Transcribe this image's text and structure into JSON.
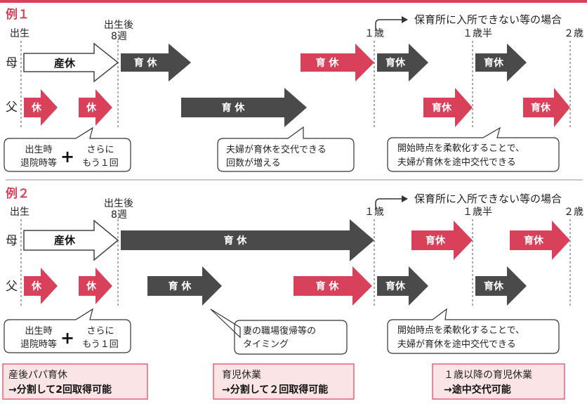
{
  "colors": {
    "pink": "#d9405a",
    "dark": "#4a4a4a",
    "summary_fill": "#fbe4e6"
  },
  "ex1": {
    "title": "例１",
    "timeline": {
      "birth": "出生",
      "after_birth_1": "出生後",
      "after_birth_2": "8週",
      "y1": "１歳",
      "y15": "１歳半",
      "y2": "２歳",
      "nursery_note": "保育所に入所できない等の場合"
    },
    "rows": {
      "mother": "母",
      "father": "父"
    },
    "arrows": {
      "maternity": "産休",
      "m_leave": "育 休",
      "m_pink": "育 休",
      "m_dark1": "育休",
      "m_dark2": "育休",
      "f_kyu1": "休",
      "f_kyu2": "休",
      "f_dark": "育 休",
      "f_pink1": "育休",
      "f_pink2": "育休"
    },
    "callouts": {
      "c1_a1": "出生時",
      "c1_a2": "退院時等",
      "plus": "+",
      "c1_b1": "さらに",
      "c1_b2": "もう１回",
      "c2_1": "夫婦が育休を交代できる",
      "c2_2": "回数が増える",
      "c3_1": "開始時点を柔軟化することで、",
      "c3_2": "夫婦が育休を途中交代できる"
    }
  },
  "ex2": {
    "title": "例２",
    "timeline": {
      "birth": "出生",
      "after_birth_1": "出生後",
      "after_birth_2": "8週",
      "y1": "１歳",
      "y15": "１歳半",
      "y2": "２歳",
      "nursery_note": "保育所に入所できない等の場合"
    },
    "rows": {
      "mother": "母",
      "father": "父"
    },
    "arrows": {
      "maternity": "産休",
      "m_leave": "育 休",
      "m_pink1": "育休",
      "m_pink2": "育休",
      "f_kyu1": "休",
      "f_kyu2": "休",
      "f_dark": "育 休",
      "f_pink": "育 休",
      "f_dark2": "育休",
      "f_dark3": "育休"
    },
    "callouts": {
      "c1_a1": "出生時",
      "c1_a2": "退院時等",
      "plus": "+",
      "c1_b1": "さらに",
      "c1_b2": "もう１回",
      "c2_1": "妻の職場復帰等の",
      "c2_2": "タイミング",
      "c3_1": "開始時点を柔軟化することで、",
      "c3_2": "夫婦が育休を途中交代できる"
    }
  },
  "summary": {
    "s1_1": "産後パパ育休",
    "s1_2": "→分割して2回取得可能",
    "s2_1": "育児休業",
    "s2_2": "→分割して２回取得可能",
    "s3_1": "１歳以降の育児休業",
    "s3_2": "→途中交代可能"
  }
}
